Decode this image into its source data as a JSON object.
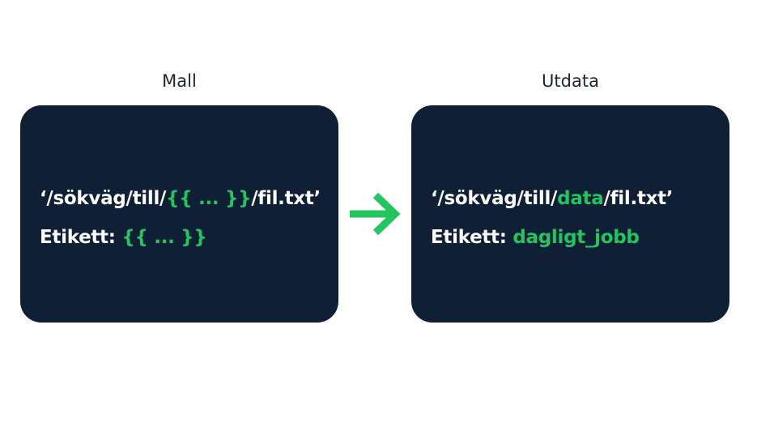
{
  "template_panel": {
    "title": "Mall",
    "path_prefix": "‘/sökväg/till/",
    "path_placeholder": "{{ ... }}",
    "path_suffix": "/fil.txt’",
    "label_prefix": "Etikett: ",
    "label_placeholder": "{{ ... }}"
  },
  "output_panel": {
    "title": "Utdata",
    "path_prefix": "‘/sökväg/till/",
    "path_value": "data",
    "path_suffix": "/fil.txt’",
    "label_prefix": "Etikett: ",
    "label_value": "dagligt_jobb"
  },
  "colors": {
    "panel_background": "#0f1f35",
    "highlight": "#22c55e",
    "text": "#ffffff"
  },
  "icons": {
    "arrow": "arrow-right-icon"
  }
}
